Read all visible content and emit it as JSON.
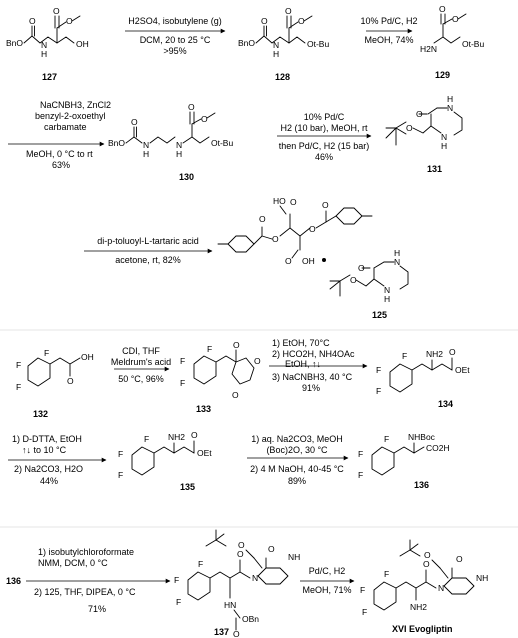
{
  "compounds": {
    "c127": "127",
    "c128": "128",
    "c129": "129",
    "c130": "130",
    "c131": "131",
    "c125": "125",
    "c132": "132",
    "c133": "133",
    "c134": "134",
    "c135": "135",
    "c136": "136",
    "c137": "137",
    "c136_start": "136",
    "evo": "XVI Evogliptin"
  },
  "conditions": {
    "r1": [
      "H2SO4, isobutylene (g)",
      "DCM, 20 to 25 °C",
      ">95%"
    ],
    "r2": [
      "10% Pd/C, H2",
      "MeOH, 74%"
    ],
    "r3": [
      "NaCNBH3, ZnCl2",
      "benzyl-2-oxoethyl",
      "carbamate",
      "MeOH, 0 °C to rt",
      "63%"
    ],
    "r4": [
      "10% Pd/C",
      "H2 (10 bar), MeOH, rt",
      "then  Pd/C, H2 (15 bar)",
      "46%"
    ],
    "r5": [
      "di-p-toluoyl-L-tartaric acid",
      "acetone, rt, 82%"
    ],
    "r6": [
      "CDI, THF",
      "Meldrum's acid",
      "50 °C, 96%"
    ],
    "r7": [
      "1) EtOH, 70°C",
      "2) HCO2H, NH4OAc",
      "EtOH, ↑↓",
      "3) NaCNBH3, 40 °C",
      "91%"
    ],
    "r8": [
      "1) D-DTTA, EtOH",
      "↑↓ to 10 °C",
      "2) Na2CO3, H2O",
      "44%"
    ],
    "r9": [
      "1) aq. Na2CO3, MeOH",
      "(Boc)2O, 30 °C",
      "2) 4 M NaOH, 40-45 °C",
      "89%"
    ],
    "r10": [
      "1) isobutylchloroformate",
      "NMM, DCM, 0 °C",
      "2) 125, THF, DIPEA, 0 °C",
      "71%"
    ],
    "r11": [
      "Pd/C, H2",
      "MeOH, 71%"
    ]
  },
  "atoms": {
    "BnO": "BnO",
    "O": "O",
    "N": "N",
    "H": "H",
    "NH": "NH",
    "HN": "HN",
    "H2N": "H2N",
    "OH": "OH",
    "OtBu": "Ot-Bu",
    "F": "F",
    "NH2": "NH2",
    "OEt": "OEt",
    "HO": "HO",
    "NHBoc": "NHBoc",
    "CO2H": "CO2H",
    "OBn": "OBn",
    "HN_amide": "HN"
  }
}
